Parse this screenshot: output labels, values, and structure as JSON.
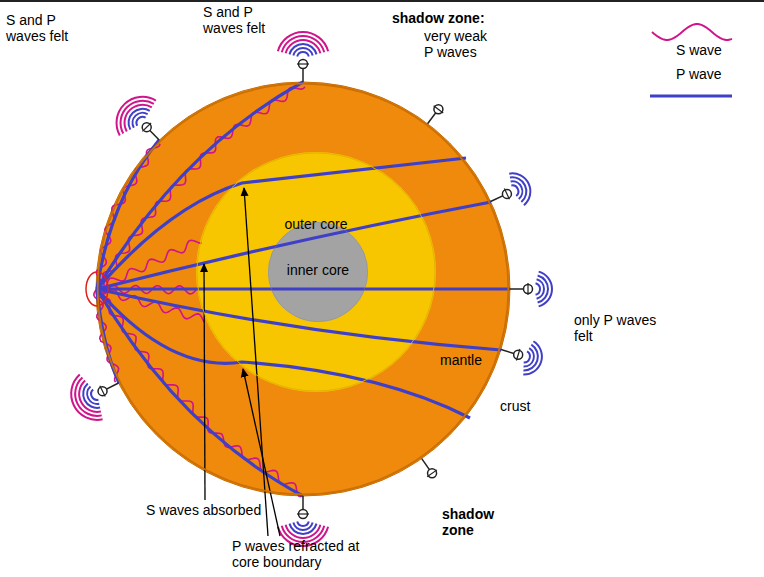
{
  "diagram": {
    "nodes": [
      {
        "text": [
          "mantle"
        ]
      },
      {
        "text": [
          "outer core"
        ],
        "in": 0
      },
      {
        "text": [
          "inner core"
        ],
        "in": 1
      }
    ],
    "labels": [
      "S and P waves felt",
      "S and P waves felt",
      "shadow zone:",
      "very weak P waves",
      "only P waves felt",
      "crust",
      "shadow zone",
      "S waves absorbed",
      "P waves refracted at core boundary"
    ],
    "legend": [
      {
        "text": "S wave"
      },
      {
        "text": "P wave"
      }
    ]
  }
}
